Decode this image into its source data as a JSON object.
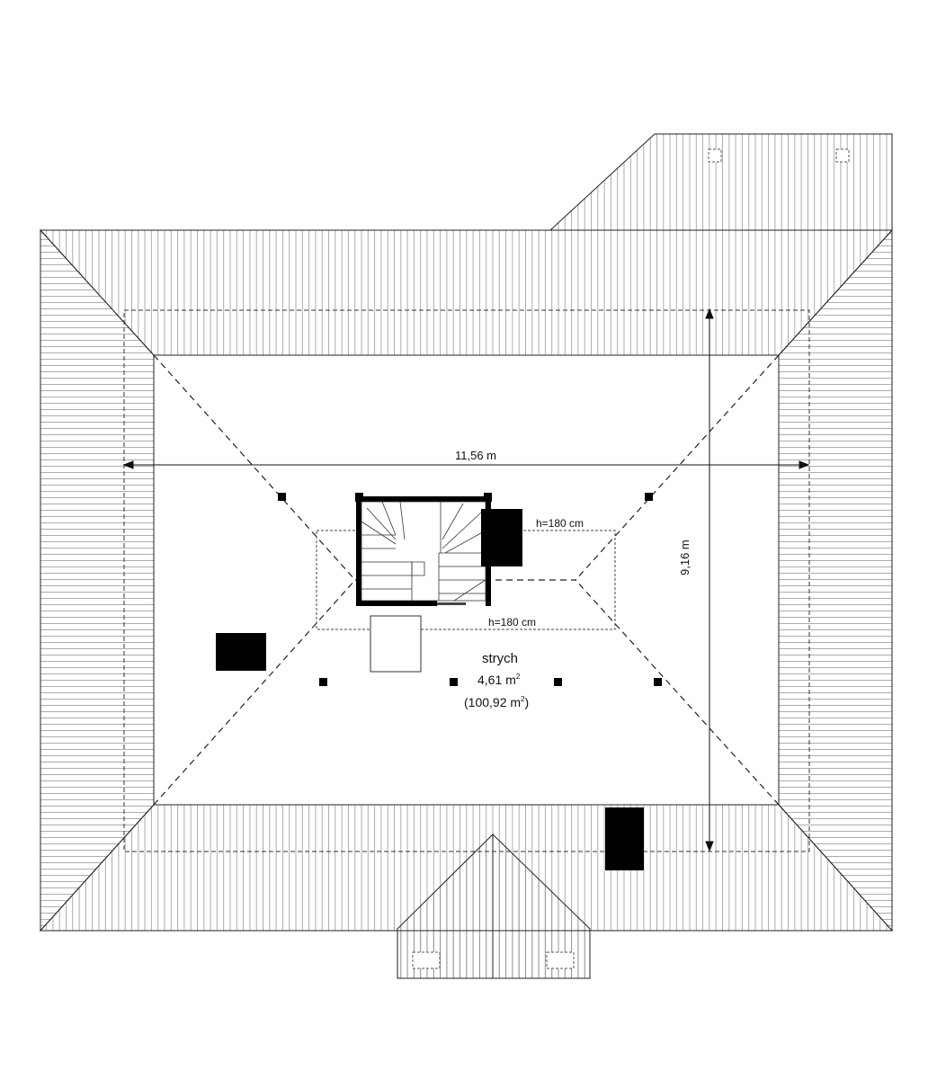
{
  "room": {
    "name": "strych",
    "area_value": "4,61 m",
    "area_exp": "2",
    "total_open": "(100,92 m",
    "total_exp": "2",
    "total_close": ")"
  },
  "dimensions": {
    "width": "11,56 m",
    "depth": "9,16 m"
  },
  "notes": {
    "height_upper": "h=180 cm",
    "height_lower": "h=180 cm"
  },
  "colors": {
    "line": "#111111",
    "hatch": "#7a7a7a",
    "fill": "#000000"
  }
}
